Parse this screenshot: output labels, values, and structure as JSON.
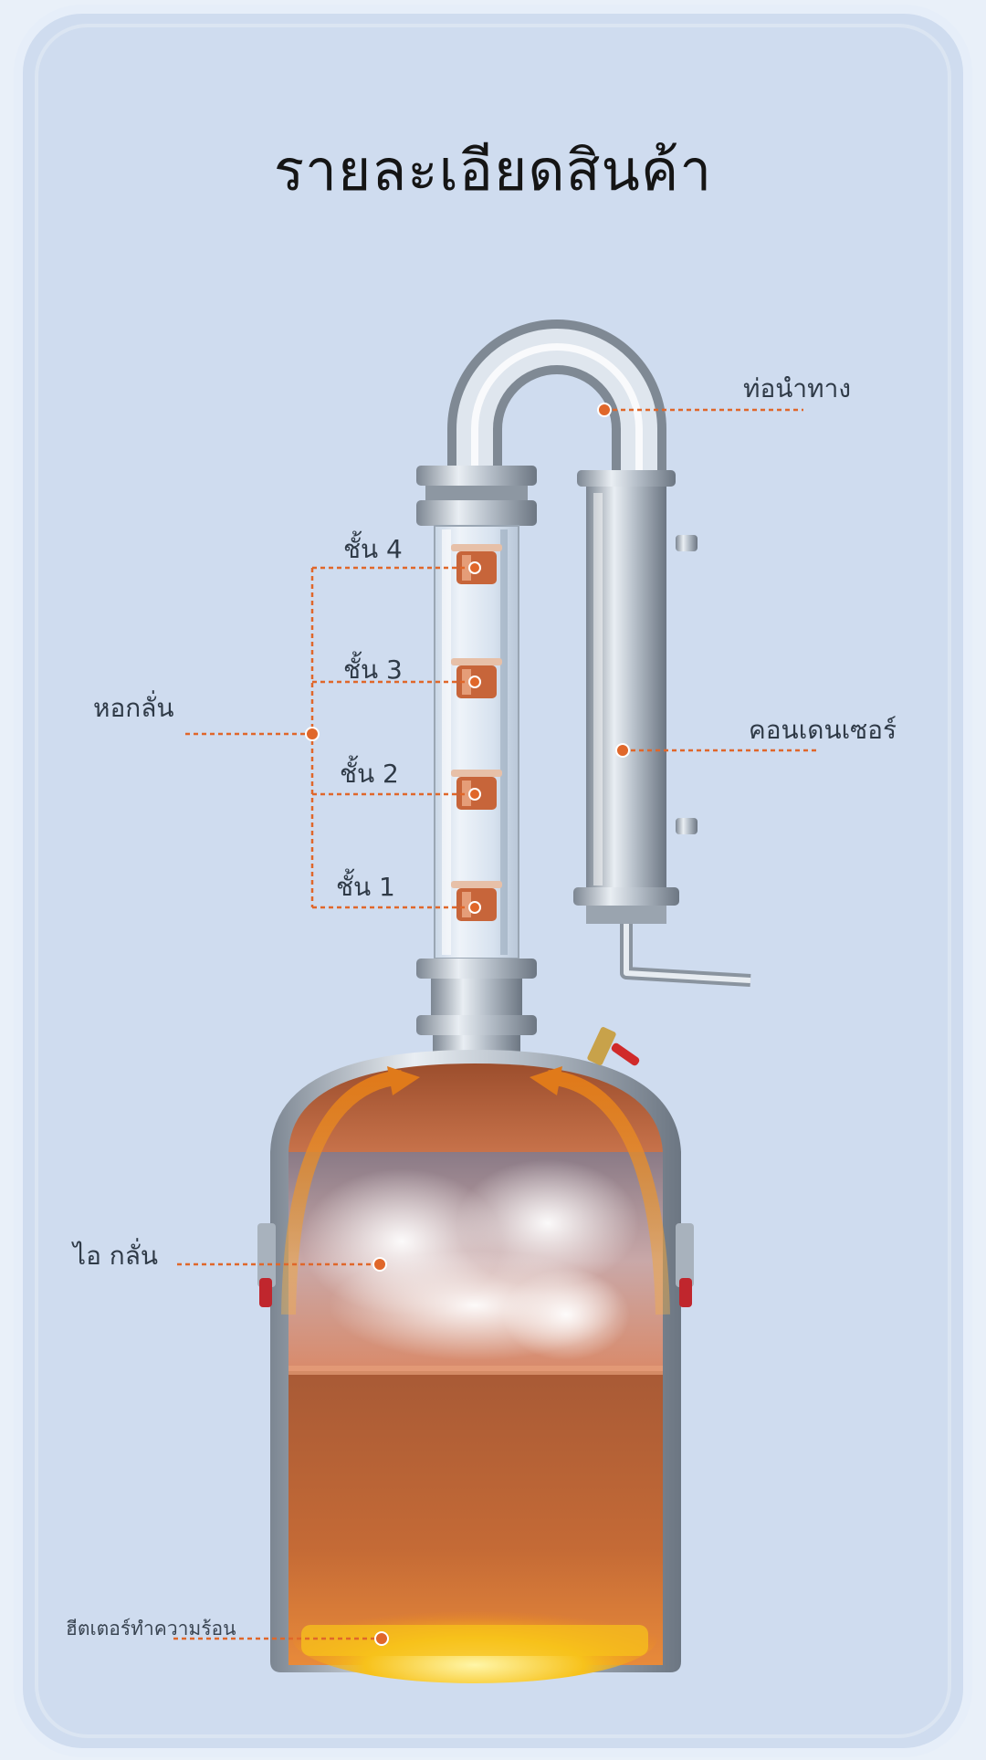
{
  "title": "รายละเอียดสินค้า",
  "labels": {
    "pipe": "ท่อนำทาง",
    "column": "หอกลั่น",
    "layer4": "ชั้น 4",
    "layer3": "ชั้น 3",
    "layer2": "ชั้น 2",
    "layer1": "ชั้น 1",
    "condenser": "คอนเดนเซอร์",
    "vapor": "ไอ กลั่น",
    "heater": "ฮีตเตอร์ทำความร้อน"
  },
  "colors": {
    "background": "#cfdcef",
    "frame": "#e6eef9",
    "leader": "#e0672a",
    "copper": "#c7653a",
    "liquid": "#b45d32",
    "heat": "#f7c21b",
    "steel": "#a8b2bd"
  }
}
